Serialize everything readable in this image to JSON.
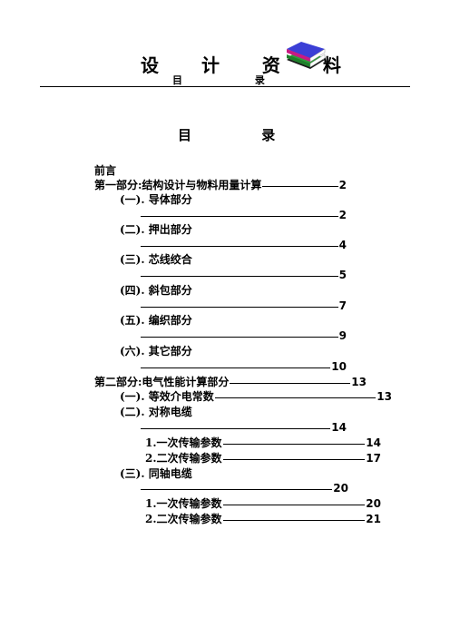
{
  "header": {
    "title": "设 计 资 料",
    "subtitle": "目 录"
  },
  "toc": {
    "heading": "目 录",
    "entries": [
      {
        "text": "前言",
        "page": ""
      },
      {
        "text": "第一部分:结构设计与物料用量计算",
        "page": "2"
      },
      {
        "text": "(一). 导体部分",
        "page": ""
      },
      {
        "text": "",
        "page": "2"
      },
      {
        "text": "(二). 押出部分",
        "page": ""
      },
      {
        "text": "",
        "page": "4"
      },
      {
        "text": "(三). 芯线绞合",
        "page": ""
      },
      {
        "text": "",
        "page": "5"
      },
      {
        "text": "(四). 斜包部分",
        "page": ""
      },
      {
        "text": "",
        "page": "7"
      },
      {
        "text": "(五). 编织部分",
        "page": ""
      },
      {
        "text": "",
        "page": "9"
      },
      {
        "text": "(六). 其它部分",
        "page": ""
      },
      {
        "text": "",
        "page": "10"
      },
      {
        "text": "第二部分:电气性能计算部分",
        "page": "13"
      },
      {
        "text": "(一). 等效介电常数",
        "page": "13"
      },
      {
        "text": "(二). 对称电缆",
        "page": ""
      },
      {
        "text": "",
        "page": "14"
      },
      {
        "text": "1.一次传输参数",
        "page": "14"
      },
      {
        "text": "2.二次传输参数",
        "page": "17"
      },
      {
        "text": "(三). 同轴电缆",
        "page": ""
      },
      {
        "text": "",
        "page": "20"
      },
      {
        "text": "1.一次传输参数",
        "page": "20"
      },
      {
        "text": "2.二次传输参数",
        "page": "21"
      }
    ]
  }
}
